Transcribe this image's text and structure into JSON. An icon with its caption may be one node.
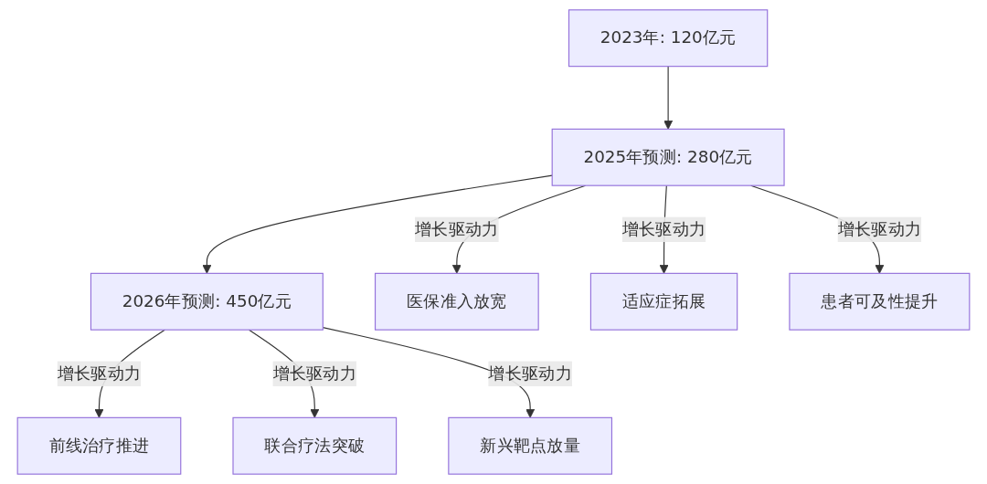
{
  "diagram": {
    "nodes": [
      {
        "text": [
          "2023年: 120亿元"
        ]
      },
      {
        "text": [
          "2025年预测: 280亿元"
        ]
      },
      {
        "text": [
          "2026年预测: 450亿元"
        ]
      },
      {
        "text": [
          "医保准入放宽"
        ]
      },
      {
        "text": [
          "适应症拓展"
        ]
      },
      {
        "text": [
          "患者可及性提升"
        ]
      },
      {
        "text": [
          "前线治疗推进"
        ]
      },
      {
        "text": [
          "联合疗法突破"
        ]
      },
      {
        "text": [
          "新兴靶点放量"
        ]
      }
    ],
    "edges": [
      {
        "from": 0,
        "to": 1,
        "arrow": "to"
      },
      {
        "from": 1,
        "to": 2,
        "arrow": "to"
      },
      {
        "from": 1,
        "to": 3,
        "label": "增长驱动力",
        "arrow": "to"
      },
      {
        "from": 1,
        "to": 4,
        "label": "增长驱动力",
        "arrow": "to"
      },
      {
        "from": 1,
        "to": 5,
        "label": "增长驱动力",
        "arrow": "to"
      },
      {
        "from": 2,
        "to": 6,
        "label": "增长驱动力",
        "arrow": "to"
      },
      {
        "from": 2,
        "to": 7,
        "label": "增长驱动力",
        "arrow": "to"
      },
      {
        "from": 2,
        "to": 8,
        "label": "增长驱动力",
        "arrow": "to"
      }
    ]
  }
}
